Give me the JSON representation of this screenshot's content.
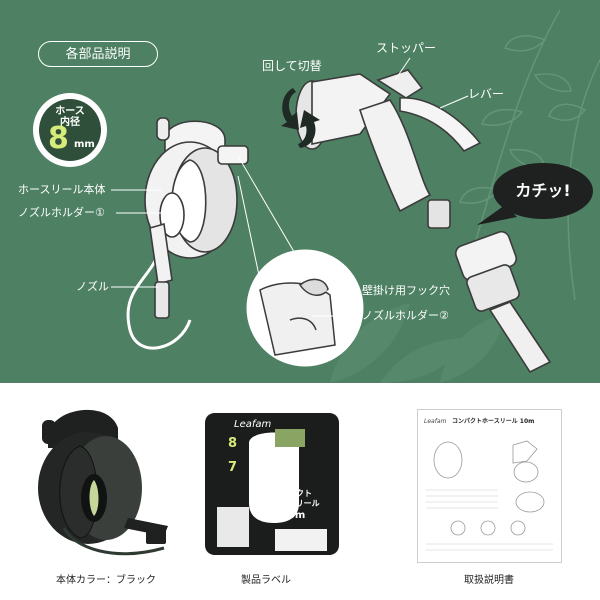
{
  "header": {
    "section_title": "各部品説明"
  },
  "badge": {
    "line1": "ホース",
    "line2": "内径",
    "number": "8",
    "unit": "mm"
  },
  "callouts": {
    "rotate": "回して切替",
    "stopper": "ストッパー",
    "lever": "レバー",
    "reel_body": "ホースリール本体",
    "nozzle_holder_1": "ノズルホルダー①",
    "nozzle": "ノズル",
    "wall_hook": "壁掛け用フック穴",
    "nozzle_holder_2": "ノズルホルダー②",
    "click_sound": "カチッ!"
  },
  "products": {
    "body_color": "本体カラー：ブラック",
    "product_label": "製品ラベル",
    "manual": "取扱説明書"
  },
  "label_card": {
    "brand": "Leafam",
    "num_8": "8",
    "num_7": "7",
    "product_name_1": "コンパクト",
    "product_name_2": "ホースリール",
    "length": "10m"
  },
  "manual_card": {
    "title": "コンパクトホースリール 10m",
    "brand": "Leafam"
  },
  "colors": {
    "background_green": "#4e8063",
    "badge_dark": "#2f4f3a",
    "accent_lime": "#d6ec7a",
    "reel_black": "#1e211f"
  }
}
